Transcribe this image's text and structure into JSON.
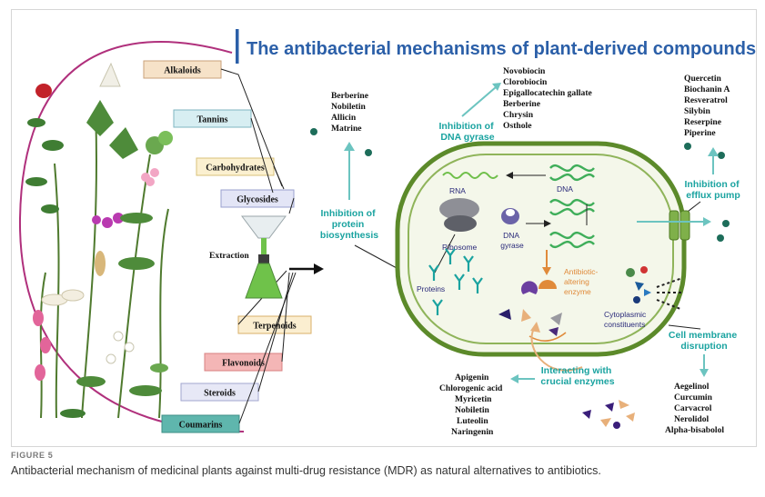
{
  "title": "The antibacterial mechanisms of plant-derived compounds",
  "classes": [
    "Alkaloids",
    "Tannins",
    "Carbohydrates",
    "Glycosides",
    "Terpenoids",
    "Flavonoids",
    "Steroids",
    "Coumarins"
  ],
  "extraction_label": "Extraction",
  "mechanisms": {
    "protein": "Inhibition of\nprotein\nbiosynthesis",
    "dna_gyrase": "Inhibition of\nDNA gyrase",
    "efflux": "Inhibition of\nefflux pump",
    "membrane": "Cell membrane\ndisruption",
    "enzymes": "Interacting with\ncrucial enzymes"
  },
  "compounds": {
    "protein": [
      "Berberine",
      "Nobiletin",
      "Allicin",
      "Matrine"
    ],
    "dna_gyrase": [
      "Novobiocin",
      "Clorobiocin",
      "Epigallocatechin gallate",
      "Berberine",
      "Chrysin",
      "Osthole"
    ],
    "efflux": [
      "Quercetin",
      "Biochanin A",
      "Resveratrol",
      "Silybin",
      "Reserpine",
      "Piperine"
    ],
    "membrane": [
      "Aegelinol",
      "Curcumin",
      "Carvacrol",
      "Nerolidol",
      "Alpha-bisabolol"
    ],
    "enzymes": [
      "Apigenin",
      "Chlorogenic acid",
      "Myricetin",
      "Nobiletin",
      "Luteolin",
      "Naringenin"
    ]
  },
  "cell_labels": {
    "rna": "RNA",
    "ribosome": "Ribosome",
    "proteins": "Proteins",
    "dna": "DNA",
    "dna_gyrase": "DNA\ngyrase",
    "antibiotic_enzyme": "Antibiotic-\naltering\nenzyme",
    "cytoplasmic": "Cytoplasmic\nconstituents"
  },
  "caption": {
    "label": "FIGURE 5",
    "text": "Antibacterial mechanism of medicinal plants against multi-drug resistance (MDR) as natural alternatives to antibiotics."
  },
  "colors": {
    "teal": "#1aa3a0",
    "accent_bar": "#2b5fa8",
    "magenta_arc": "#b0307c",
    "cell_green": "#5c8a2a",
    "orange": "#e08a3a"
  }
}
